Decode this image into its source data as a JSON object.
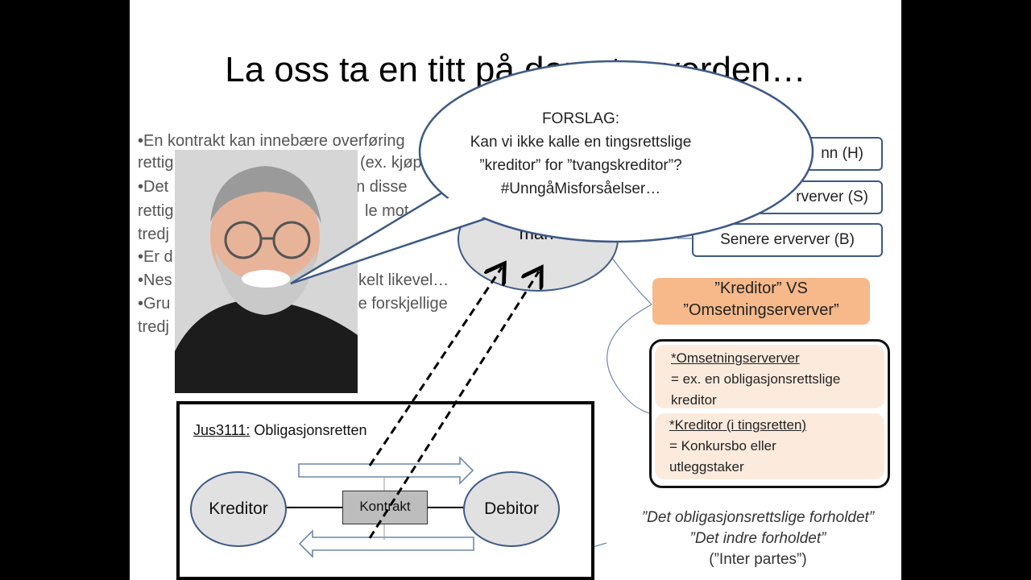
{
  "title": "La oss ta en titt på den ytre verden…",
  "bullets": [
    "•En kontrakt kan innebære overføring",
    "rettig",
    "(ex. kjøp",
    "•Det",
    "an disse",
    "rettig",
    "le mot",
    "tredj",
    "•Er d",
    "•Nes",
    "kelt likevel…",
    "•Gru",
    "ige forskjellige",
    "tredj"
  ],
  "bubble": {
    "lines": [
      "FORSLAG:",
      "Kan vi ikke kalle en tingsrettslige",
      "”kreditor” for ”tvangskreditor”?",
      "#UnngåMisforsåelser…"
    ]
  },
  "hidden_ellipse_text": "man",
  "right_boxes": [
    "nn (H)",
    "rverver (S)",
    "Senere erverver (B)"
  ],
  "kreditor_vs": [
    "”Kreditor” VS",
    "”Omsetningserverver”"
  ],
  "definitions": {
    "omsetning_head": "*Omsetningserverver",
    "omsetning_line1": "= ex. en obligasjonsrettslige",
    "omsetning_line2": "kreditor",
    "kreditor_head": "*Kreditor (i tingsretten)",
    "kreditor_line1": "= Konkursbo eller",
    "kreditor_line2": "utleggstaker"
  },
  "jus": {
    "course": "Jus3111:",
    "course_name": " Obligasjonsretten",
    "kreditor": "Kreditor",
    "kontrakt": "Kontrakt",
    "debitor": "Debitor"
  },
  "quote": [
    "”Det obligasjonsrettslige forholdet”",
    "”Det indre forholdet”",
    "(”Inter partes”)"
  ],
  "colors": {
    "accent_border": "#3d5a86",
    "orange": "#f7b98a",
    "peach": "#fcebdd",
    "ellipse_fill": "#e1e1e1"
  }
}
